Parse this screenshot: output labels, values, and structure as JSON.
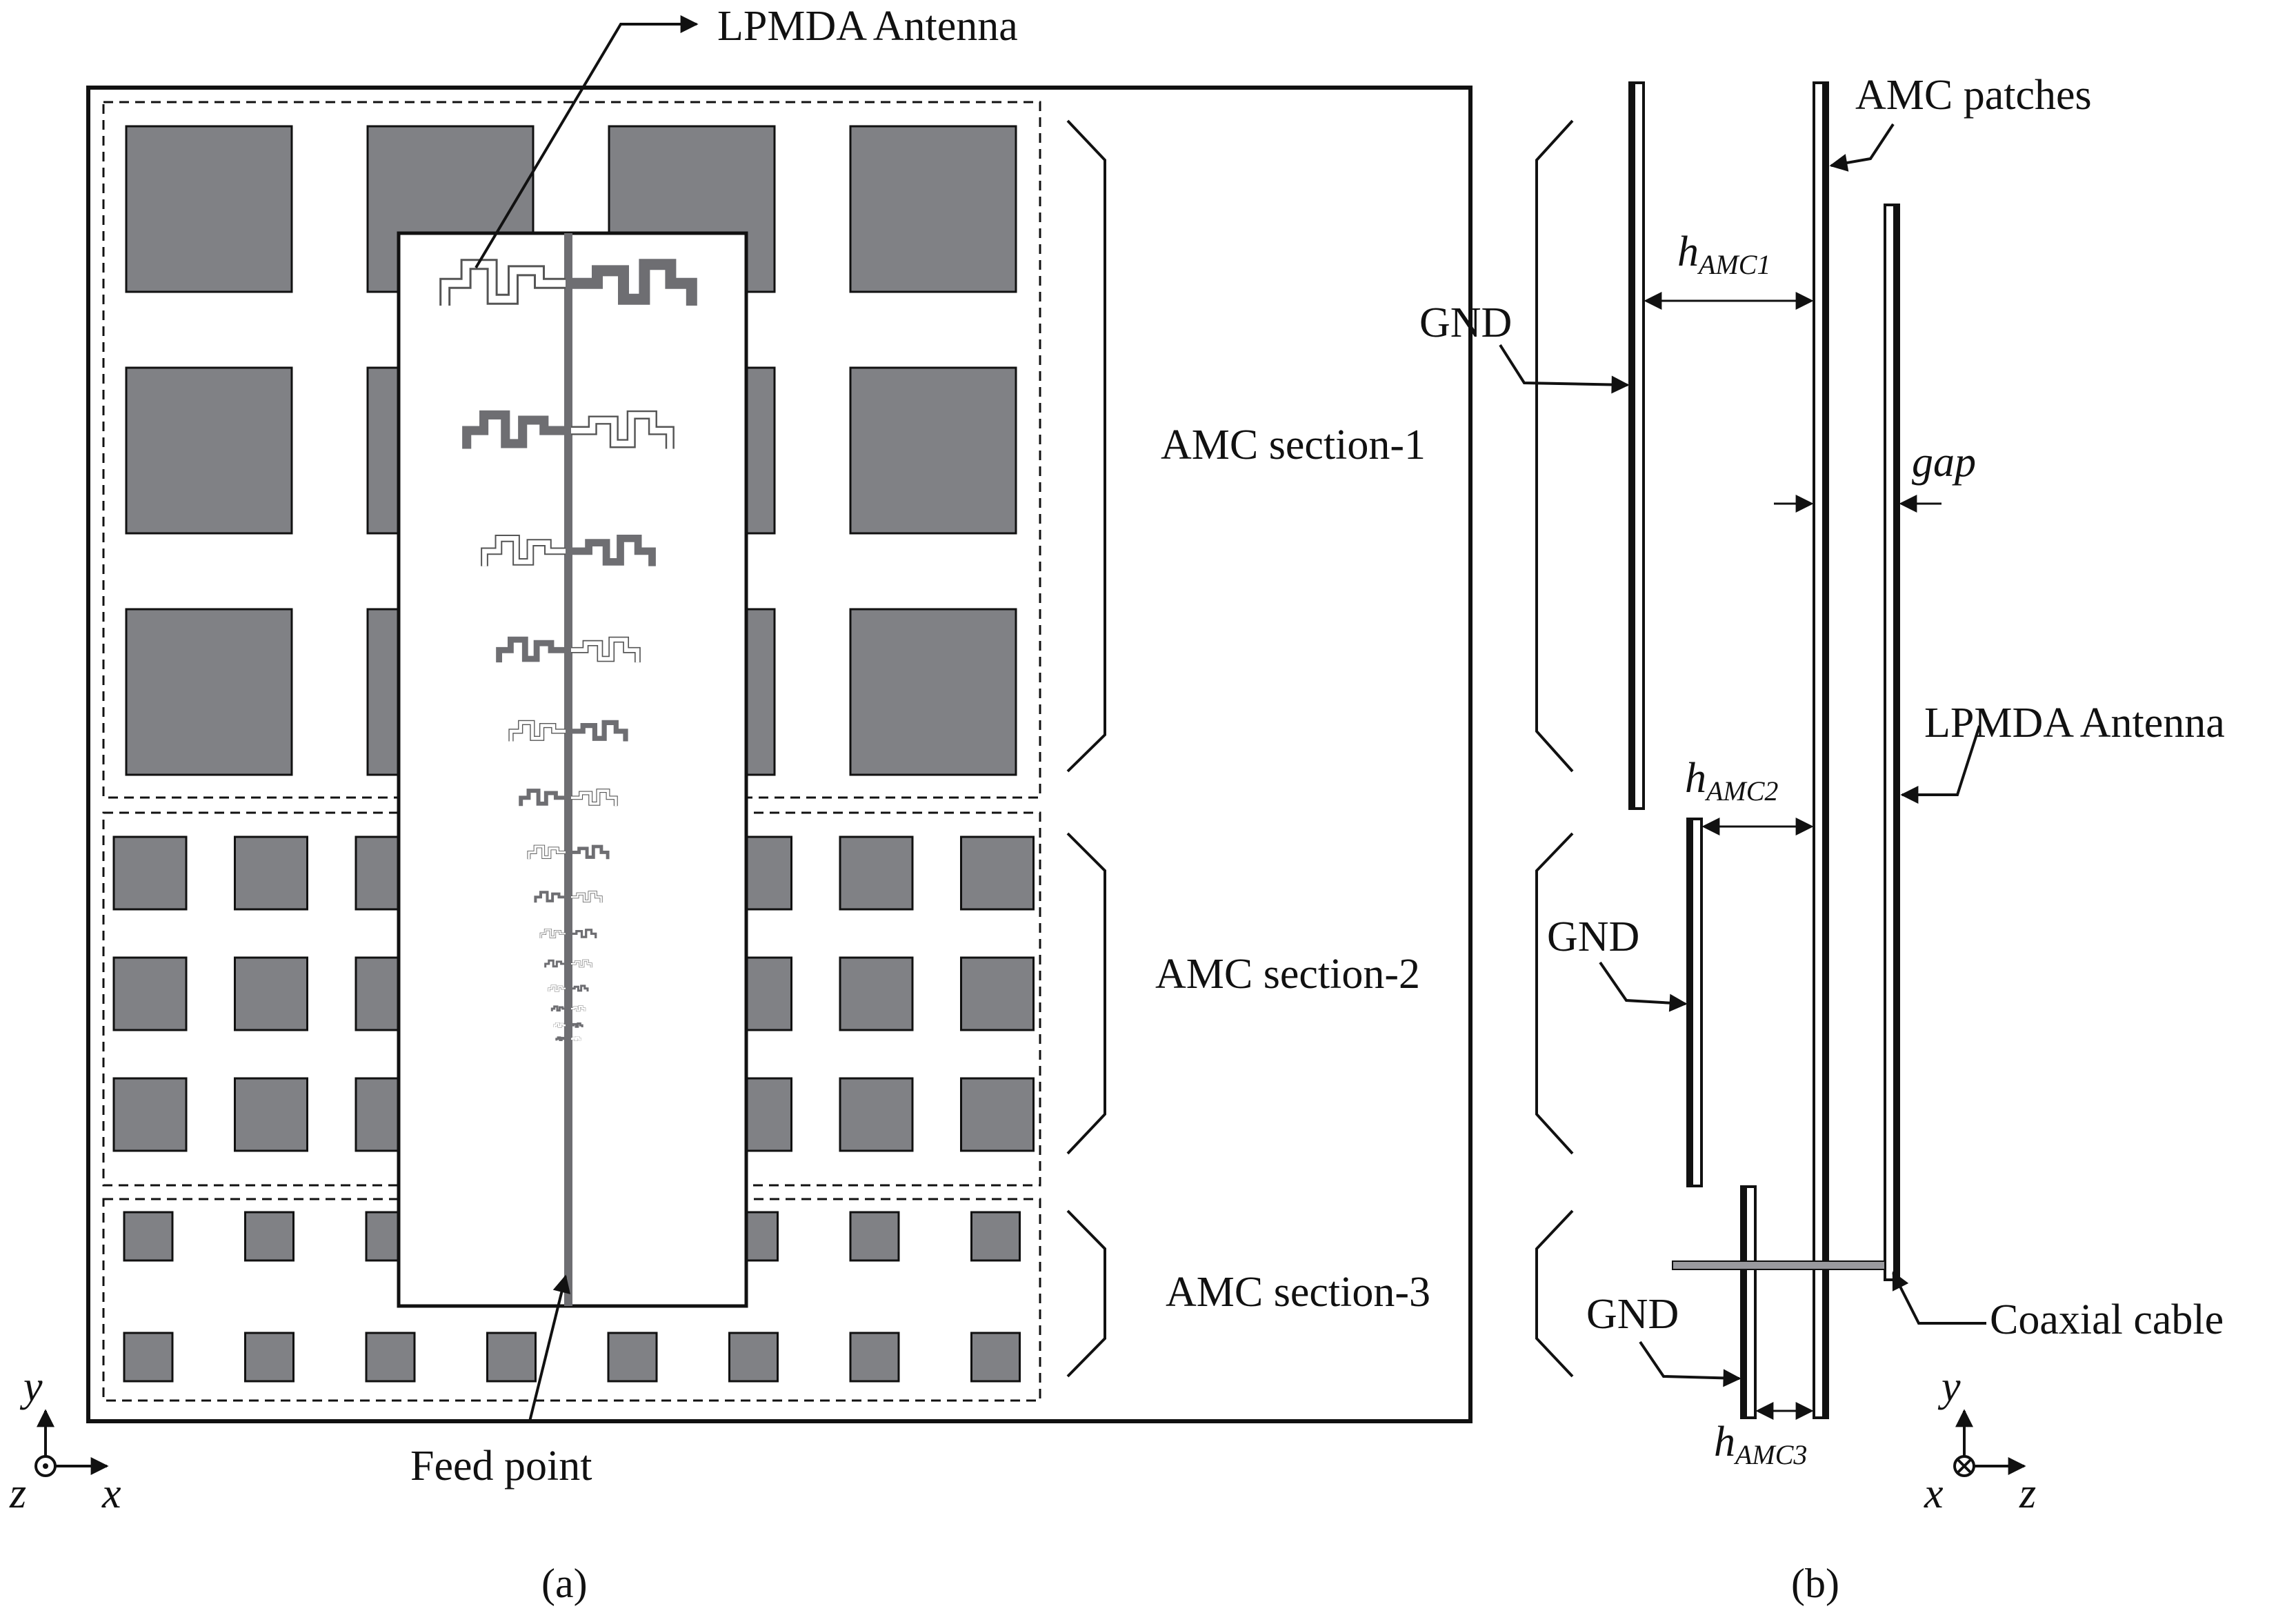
{
  "colors": {
    "patch": "#808185",
    "ink": "#111111",
    "dipole": "#6e6e72",
    "paper": "#ffffff"
  },
  "panel_a": {
    "caption": "(a)",
    "labels": {
      "lpmda": "LPMDA Antenna",
      "feed": "Feed point",
      "sec1": "AMC section-1",
      "sec2": "AMC section-2",
      "sec3": "AMC section-3"
    },
    "axes": {
      "y": "y",
      "z": "z",
      "x": "x"
    },
    "dipole_count": 14
  },
  "panel_b": {
    "caption": "(b)",
    "labels": {
      "amc_patches": "AMC patches",
      "gnd1": "GND",
      "gnd2": "GND",
      "gnd3": "GND",
      "gap": "gap",
      "lpmda": "LPMDA Antenna",
      "coax": "Coaxial cable",
      "h1_main": "h",
      "h1_sub": "AMC1",
      "h2_main": "h",
      "h2_sub": "AMC2",
      "h3_main": "h",
      "h3_sub": "AMC3"
    },
    "axes": {
      "y": "y",
      "x": "x",
      "z": "z"
    }
  }
}
